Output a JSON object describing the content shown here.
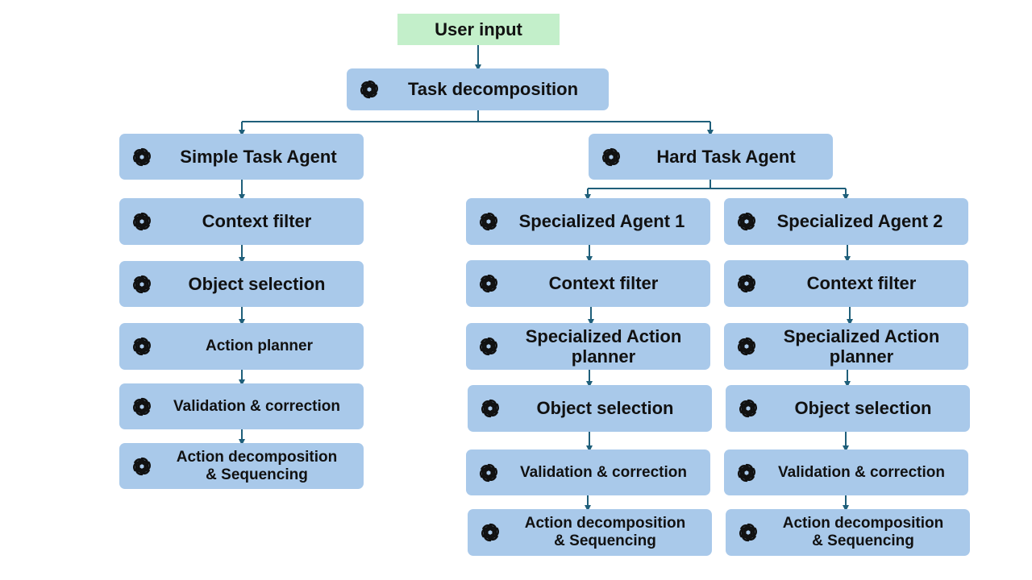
{
  "diagram": {
    "user_input": "User input",
    "task_decomposition": "Task decomposition",
    "simple": {
      "agent": "Simple Task Agent",
      "context_filter": "Context filter",
      "object_selection": "Object selection",
      "action_planner": "Action planner",
      "validation": "Validation & correction",
      "action_decomposition_l1": "Action decomposition",
      "action_decomposition_l2": "& Sequencing"
    },
    "hard": {
      "agent": "Hard Task Agent",
      "specialized_1": {
        "agent": "Specialized Agent 1",
        "context_filter": "Context filter",
        "action_planner_l1": "Specialized Action",
        "action_planner_l2": "planner",
        "object_selection": "Object selection",
        "validation": "Validation & correction",
        "action_decomposition_l1": "Action decomposition",
        "action_decomposition_l2": "& Sequencing"
      },
      "specialized_2": {
        "agent": "Specialized Agent 2",
        "context_filter": "Context filter",
        "action_planner_l1": "Specialized Action",
        "action_planner_l2": "planner",
        "object_selection": "Object selection",
        "validation": "Validation & correction",
        "action_decomposition_l1": "Action decomposition",
        "action_decomposition_l2": "& Sequencing"
      }
    }
  },
  "icon": "openai-logo-icon",
  "colors": {
    "node_fill": "#a9c9ea",
    "input_fill": "#c3efca",
    "connector": "#1f5f7a"
  }
}
